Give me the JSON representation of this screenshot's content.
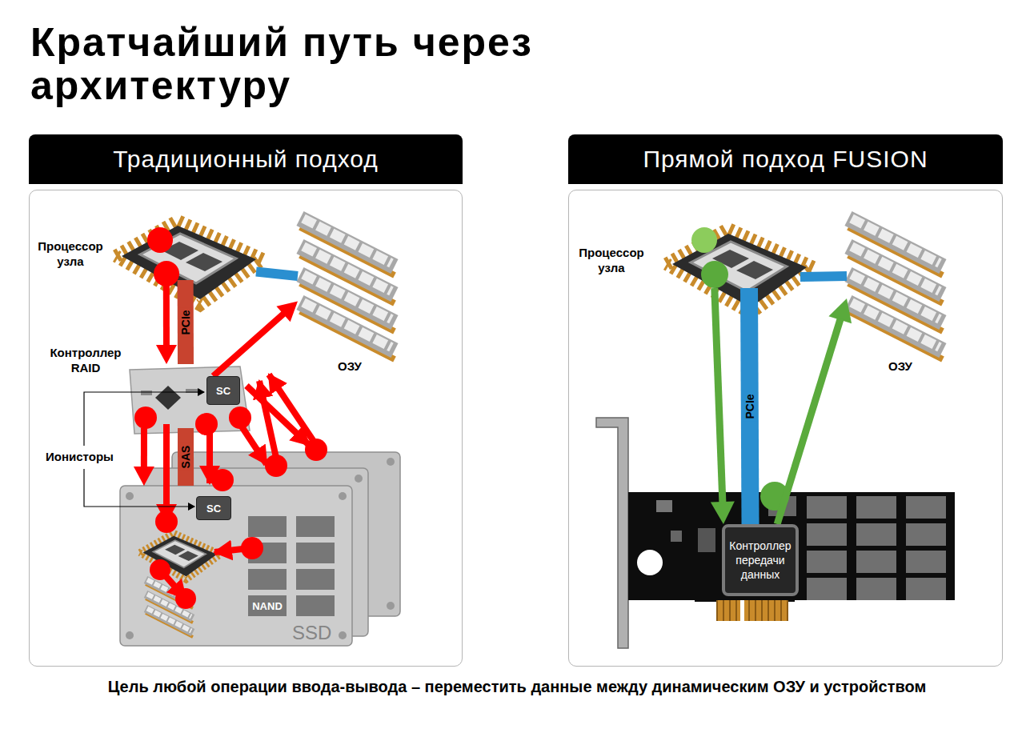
{
  "diagram": {
    "title": "Кратчайший путь через архитектуру",
    "caption": "Цель любой операции ввода-вывода – переместить данные между динамическим ОЗУ и устройством",
    "nodes": [
      {
        "text": [
          "Традиционный подход"
        ]
      },
      {
        "text": [
          "Процессор узла"
        ],
        "in": 0
      },
      {
        "text": [
          "ОЗУ"
        ],
        "in": 0
      },
      {
        "text": [
          "Контроллер RAID"
        ],
        "in": 0
      },
      {
        "text": [
          "SC"
        ],
        "in": 3
      },
      {
        "text": [
          "SSD"
        ],
        "in": 0
      },
      {
        "text": [
          "SC"
        ],
        "in": 5
      },
      {
        "text": [
          "NAND"
        ],
        "in": 5
      },
      {
        "text": [
          "Прямой подход FUSION"
        ]
      },
      {
        "text": [
          "Процессор узла"
        ],
        "in": 8
      },
      {
        "text": [
          "ОЗУ"
        ],
        "in": 8
      },
      {
        "text": [
          "Контроллер передачи данных"
        ],
        "in": 8
      }
    ],
    "edges": [
      {
        "from": 1,
        "to": 3,
        "arrow": "to"
      },
      {
        "from": 1,
        "to": 3,
        "arrow": "none",
        "label": "PCIe"
      },
      {
        "from": 1,
        "to": 2,
        "arrow": "none"
      },
      {
        "from": 4,
        "to": 2,
        "arrow": "to"
      },
      {
        "from": 3,
        "to": 5,
        "arrow": "none",
        "label": "SAS"
      },
      {
        "from": 3,
        "to": 5,
        "arrow": "to"
      },
      {
        "from": 9,
        "to": 11,
        "arrow": "to"
      },
      {
        "from": 9,
        "to": 11,
        "arrow": "none",
        "label": "PCIe"
      },
      {
        "from": 9,
        "to": 10,
        "arrow": "none"
      },
      {
        "from": 11,
        "to": 10,
        "arrow": "to"
      }
    ],
    "labels": [
      "Ионисторы"
    ]
  }
}
